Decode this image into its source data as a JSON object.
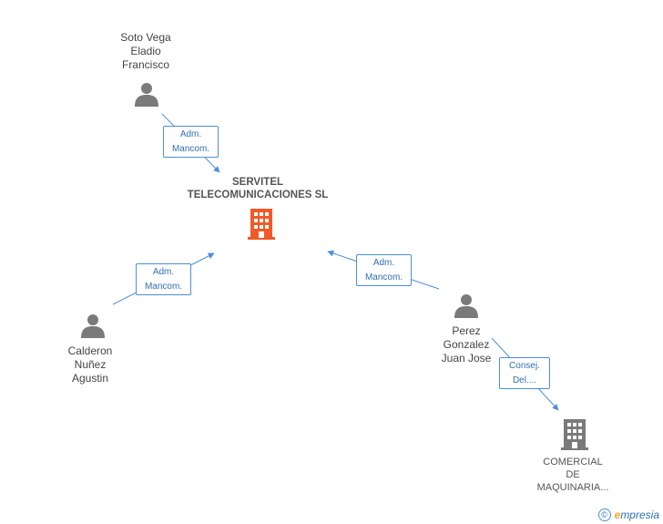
{
  "company": {
    "name": "SERVITEL\nTELECOMUNICACIONES SL",
    "color": "#f05a28"
  },
  "persons": [
    {
      "id": "soto",
      "name": "Soto Vega\nEladio\nFrancisco"
    },
    {
      "id": "calderon",
      "name": "Calderon\nNuñez\nAgustin"
    },
    {
      "id": "perez",
      "name": "Perez\nGonzalez\nJuan Jose"
    }
  ],
  "related_company": {
    "name": "COMERCIAL\nDE\nMAQUINARIA..."
  },
  "roles": [
    {
      "id": "role-soto",
      "label": "Adm.\nMancom."
    },
    {
      "id": "role-calderon",
      "label": "Adm.\nMancom."
    },
    {
      "id": "role-perez",
      "label": "Adm.\nMancom."
    },
    {
      "id": "role-perez-comercial",
      "label": "Consej.\nDel...."
    }
  ],
  "colors": {
    "edge": "#4a90d9",
    "person_icon": "#7a7a7a",
    "building_icon": "#7a7a7a"
  },
  "footer": {
    "copyright": "©",
    "brand_e": "e",
    "brand": "mpresia"
  }
}
